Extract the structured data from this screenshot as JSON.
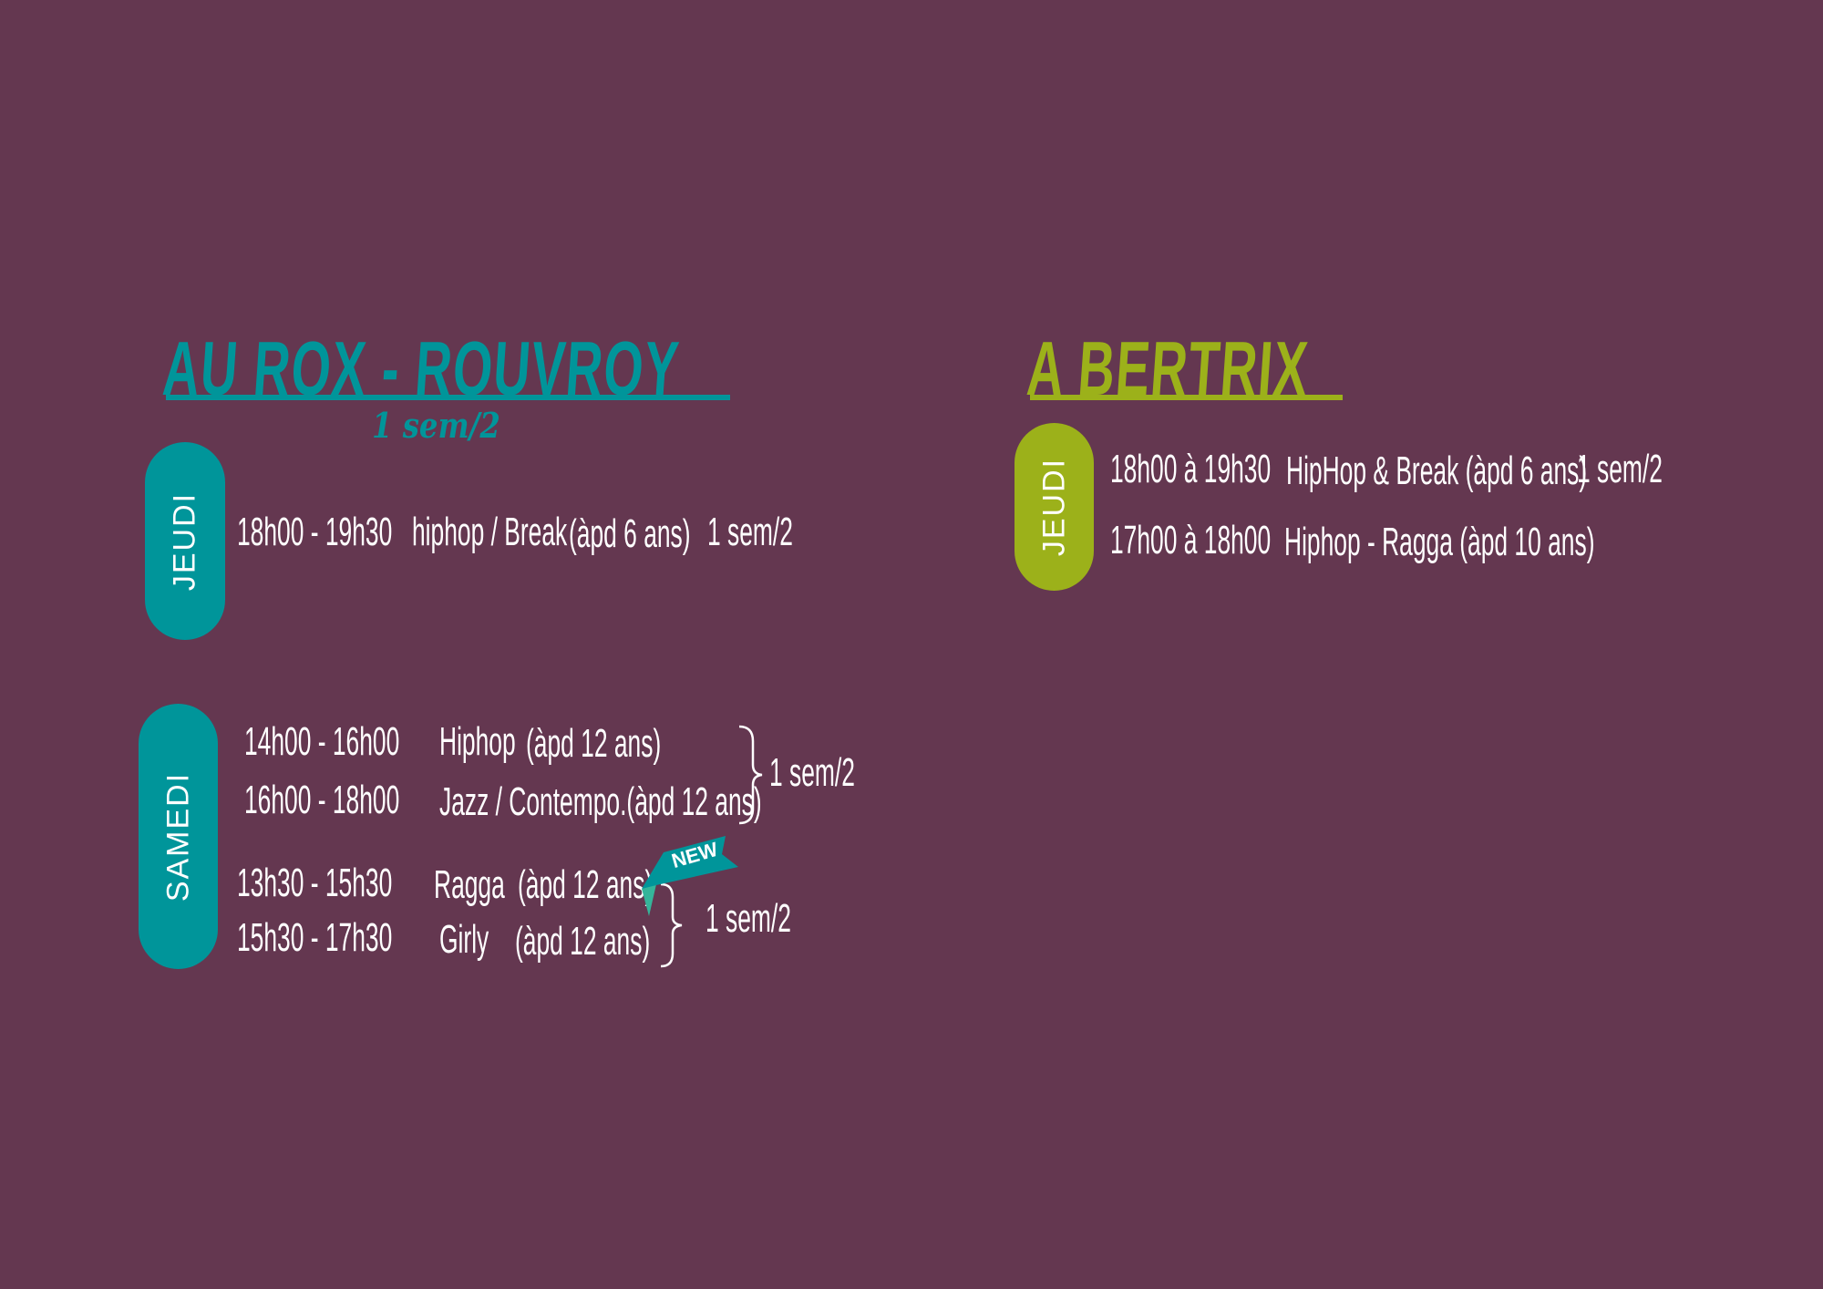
{
  "colors": {
    "background": "#643750",
    "teal": "#00959a",
    "green": "#9cb11a",
    "ribbon_fold": "#35b59a"
  },
  "rouvroy": {
    "title": "AU ROX - ROUVROY",
    "subtitle": "1 sem/2",
    "jeudi": {
      "day": "JEUDI",
      "rows": [
        {
          "time": "18h00 - 19h30",
          "activity": "hiphop / Break",
          "age": "(àpd 6 ans)",
          "freq": "1 sem/2"
        }
      ]
    },
    "samedi": {
      "day": "SAMEDI",
      "group1": {
        "rows": [
          {
            "time": "14h00 - 16h00",
            "activity": "Hiphop",
            "age": "(àpd 12 ans)"
          },
          {
            "time": "16h00 - 18h00",
            "activity": "Jazz / Contempo.(àpd 12 ans)"
          }
        ],
        "freq": "1 sem/2"
      },
      "group2": {
        "rows": [
          {
            "time": "13h30 - 15h30",
            "activity": "Ragga",
            "age": "(àpd 12 ans)"
          },
          {
            "time": "15h30 - 17h30",
            "activity": "Girly",
            "age": "(àpd 12 ans)"
          }
        ],
        "freq": "1 sem/2",
        "badge": "NEW"
      }
    }
  },
  "bertrix": {
    "title": "A BERTRIX",
    "jeudi": {
      "day": "JEUDI",
      "rows": [
        {
          "time": "18h00 à 19h30",
          "activity": "HipHop & Break (àpd 6 ans)",
          "freq": "1 sem/2"
        },
        {
          "time": "17h00 à 18h00",
          "activity": "Hiphop - Ragga (àpd 10 ans)"
        }
      ]
    }
  }
}
